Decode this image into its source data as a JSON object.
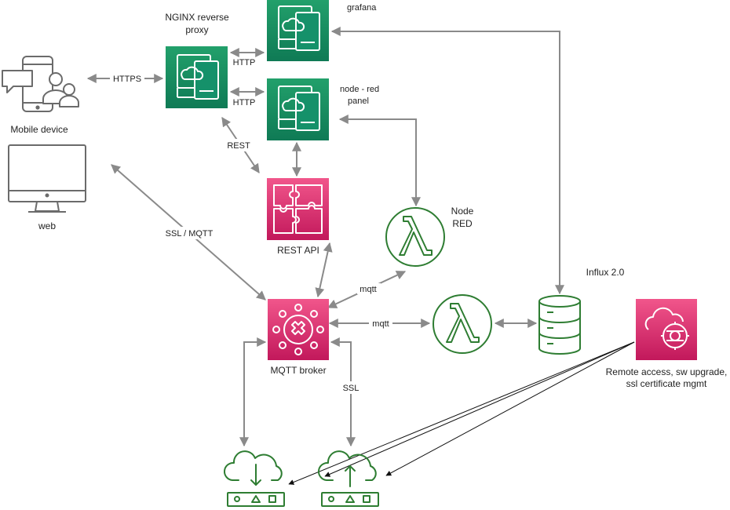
{
  "colors": {
    "green_accent": "#1e8449",
    "green_gradient_top": "#22a06b",
    "green_gradient_bottom": "#0f7a55",
    "pink_gradient_top": "#f1568b",
    "pink_gradient_bottom": "#c2185b",
    "lambda_green": "#2e7d32",
    "edge_gray": "#8a8a8a",
    "device_gray": "#6b6b6b"
  },
  "nodes": {
    "mobile": {
      "label": "Mobile device",
      "icon": "mobile-users-icon"
    },
    "web": {
      "label": "web",
      "icon": "desktop-monitor-icon"
    },
    "nginx": {
      "label_line1": "NGINX  reverse",
      "label_line2": "proxy",
      "icon": "container-app-icon"
    },
    "grafana": {
      "label": "grafana",
      "icon": "container-app-icon"
    },
    "nodered_panel": {
      "label_line1": "node - red",
      "label_line2": "panel",
      "icon": "container-app-icon"
    },
    "rest_api": {
      "label": "REST API",
      "icon": "puzzle-icon"
    },
    "nodered": {
      "label_line1": "Node",
      "label_line2": "RED",
      "icon": "lambda-icon"
    },
    "mqtt_broker": {
      "label": "MQTT broker",
      "icon": "iot-hub-icon"
    },
    "processor": {
      "icon": "lambda-icon"
    },
    "influx": {
      "label": "Influx 2.0",
      "icon": "database-icon"
    },
    "remote": {
      "label_line1": "Remote access, sw upgrade,",
      "label_line2": "ssl certificate mgmt",
      "icon": "cloud-gear-icon"
    },
    "edge_down": {
      "icon": "cloud-download-device-icon"
    },
    "edge_up": {
      "icon": "cloud-upload-device-icon"
    }
  },
  "edges": {
    "https": "HTTPS",
    "http1": "HTTP",
    "http2": "HTTP",
    "rest": "REST",
    "ssl_mqtt": "SSL / MQTT",
    "mqtt1": "mqtt",
    "mqtt2": "mqtt",
    "ssl": "SSL"
  }
}
